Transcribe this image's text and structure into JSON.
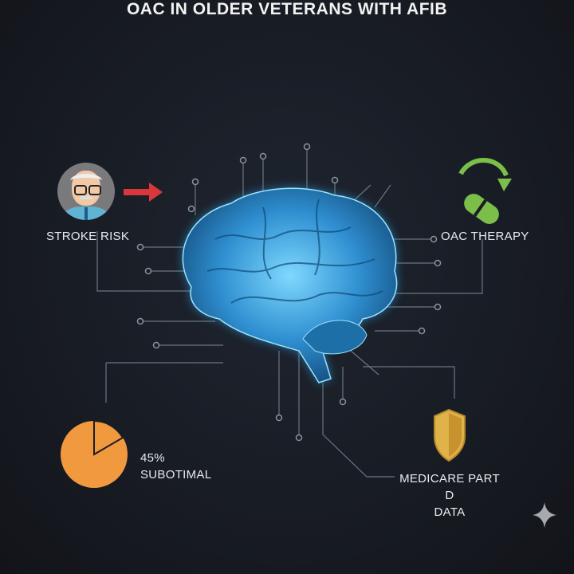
{
  "title": "OAC IN OLDER VETERANS WITH AFIB",
  "stroke_risk": {
    "label": "STROKE RISK",
    "icon": "elderly-man-avatar-icon",
    "arrow_color": "#d9373a"
  },
  "oac_therapy": {
    "label": "OAC THERAPY",
    "icon": "pill-with-arrow-icon",
    "color": "#7bbf4a"
  },
  "pie": {
    "percent_label": "45%",
    "status_label": "SUBOTIMAL",
    "color": "#f0993f",
    "slice_fraction": 0.17
  },
  "medicare": {
    "line1": "MEDICARE PART D",
    "line2": "DATA",
    "icon": "shield-icon",
    "color": "#e0b24a"
  },
  "brain": {
    "icon": "brain-circuit-icon",
    "color": "#3fb6f0"
  }
}
